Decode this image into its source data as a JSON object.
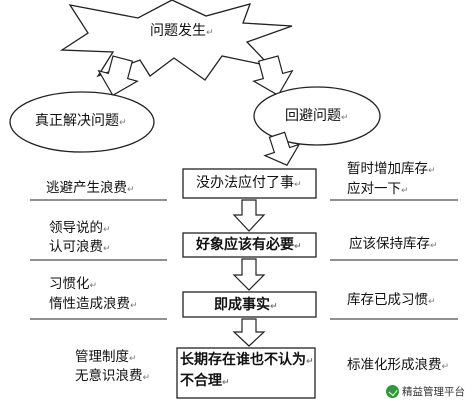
{
  "mark": "↵",
  "problem": "问题发生",
  "solve": "真正解决问题",
  "avoid": "回避问题",
  "steps": [
    {
      "box": "没办法应付了事",
      "left": [
        "逃避产生浪费"
      ],
      "right": [
        "暂时增加库存",
        "应对一下"
      ]
    },
    {
      "box": "好象应该有必要",
      "left": [
        "领导说的",
        "认可浪费"
      ],
      "right": [
        "应该保持库存"
      ]
    },
    {
      "box": "即成事实",
      "left": [
        "习惯化",
        "惰性造成浪费"
      ],
      "right": [
        "库存已成习惯"
      ]
    },
    {
      "box": [
        "长期存在谁也不认为",
        "不合理"
      ],
      "left": [
        "管理制度",
        "无意识浪费"
      ],
      "right": [
        "标准化形成浪费"
      ]
    }
  ],
  "watermark": "精益管理平台"
}
